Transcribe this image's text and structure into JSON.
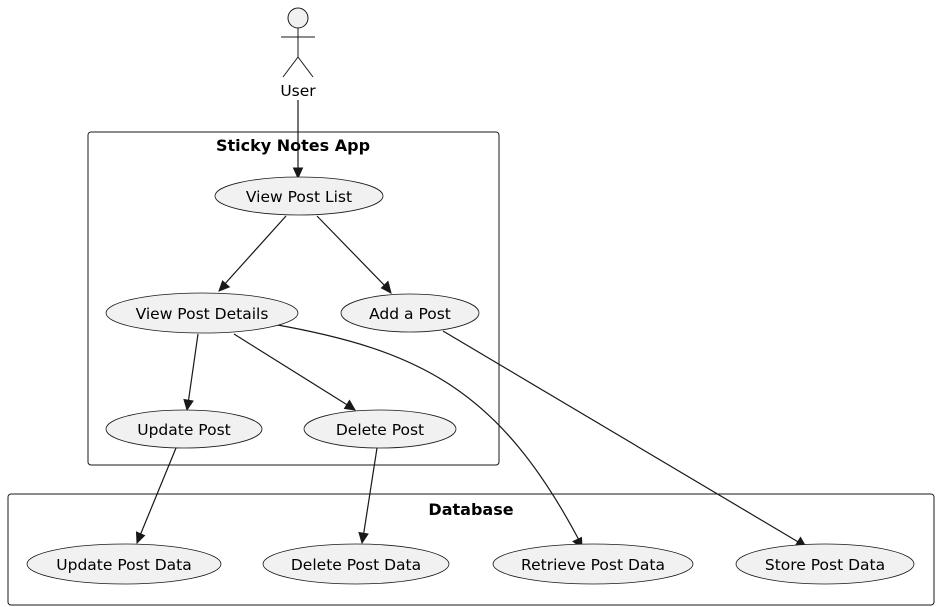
{
  "actor": {
    "label": "User"
  },
  "frames": {
    "app": {
      "title": "Sticky Notes App"
    },
    "database": {
      "title": "Database"
    }
  },
  "usecases": {
    "view_post_list": "View Post List",
    "view_post_details": "View Post Details",
    "add_a_post": "Add a Post",
    "update_post": "Update Post",
    "delete_post": "Delete Post",
    "update_post_data": "Update Post Data",
    "delete_post_data": "Delete Post Data",
    "retrieve_post_data": "Retrieve Post Data",
    "store_post_data": "Store Post Data"
  },
  "colors": {
    "usecase_fill": "#f1f1f1",
    "line": "#181818",
    "background": "#ffffff"
  }
}
